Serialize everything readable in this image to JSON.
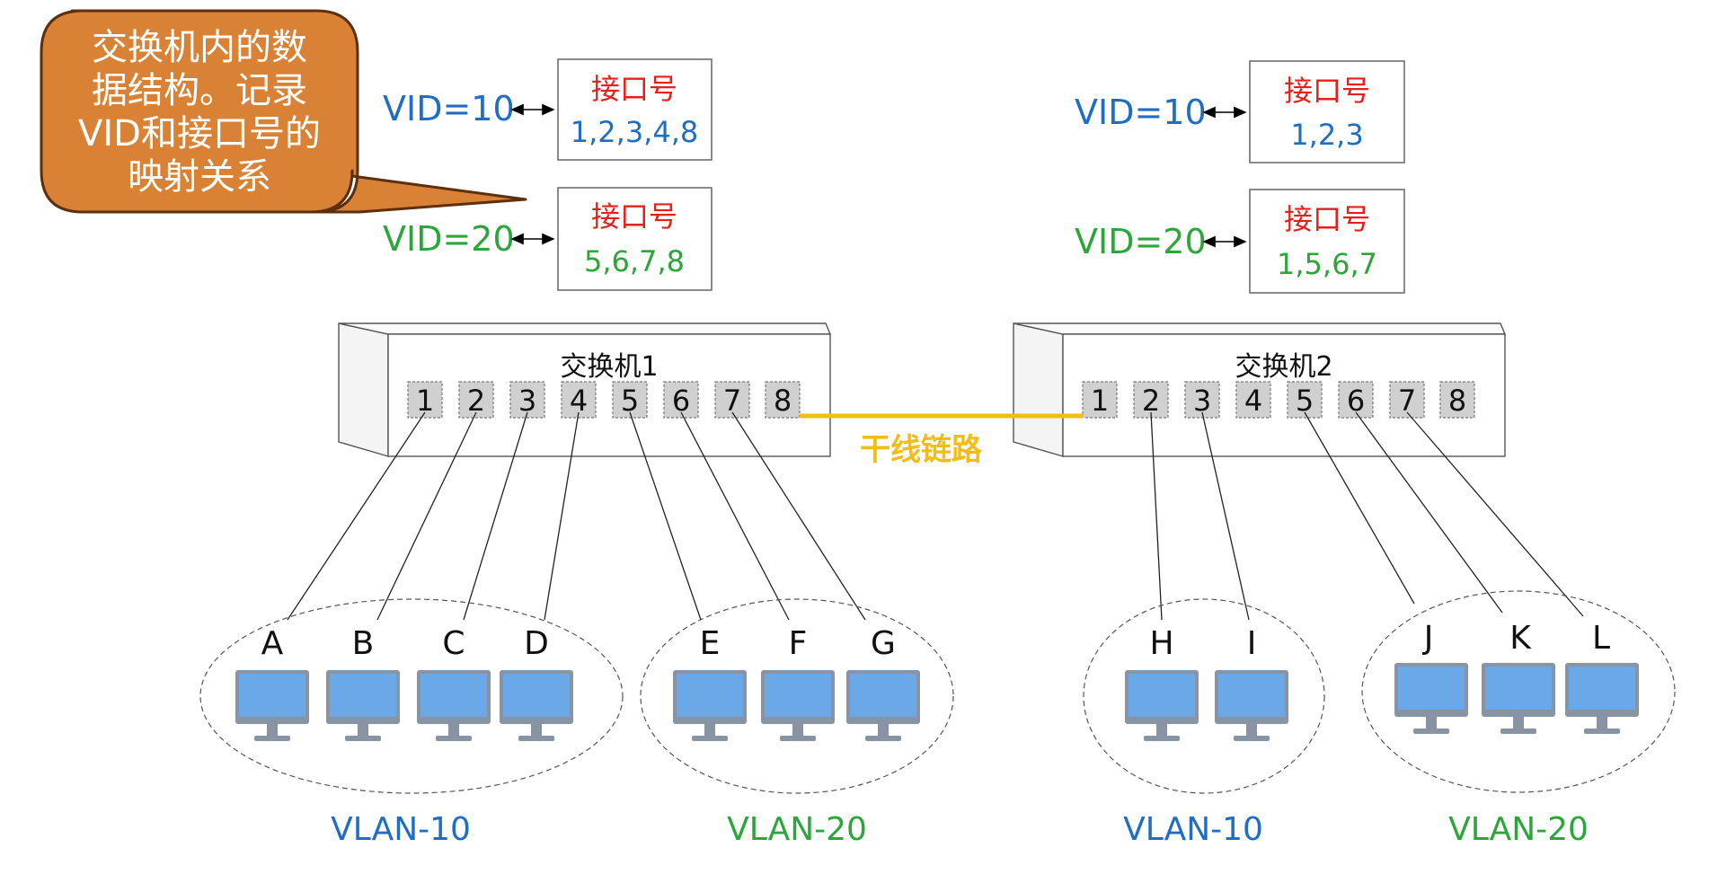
{
  "colors": {
    "blue": "#1f6ec4",
    "green": "#2ca63a",
    "red": "#e2211c",
    "trunk": "#f2bd16",
    "callout": "#d98235",
    "callout_border": "#5c2f0e",
    "port_fill": "#d0d0d0",
    "monitor_screen": "#6aa8e8",
    "monitor_frame": "#8894a3"
  },
  "callout": {
    "lines": [
      "交换机内的数",
      "据结构。记录",
      "VID和接口号的",
      "映射关系"
    ]
  },
  "tables": [
    {
      "vid_label": "VID=10",
      "header": "接口号",
      "ports": "1,2,3,4,8",
      "color_key": "blue"
    },
    {
      "vid_label": "VID=20",
      "header": "接口号",
      "ports": "5,6,7,8",
      "color_key": "green"
    },
    {
      "vid_label": "VID=10",
      "header": "接口号",
      "ports": "1,2,3",
      "color_key": "blue"
    },
    {
      "vid_label": "VID=20",
      "header": "接口号",
      "ports": "1,5,6,7",
      "color_key": "green"
    }
  ],
  "switches": [
    {
      "name": "交换机1",
      "ports": [
        "1",
        "2",
        "3",
        "4",
        "5",
        "6",
        "7",
        "8"
      ]
    },
    {
      "name": "交换机2",
      "ports": [
        "1",
        "2",
        "3",
        "4",
        "5",
        "6",
        "7",
        "8"
      ]
    }
  ],
  "trunk": {
    "label": "干线链路"
  },
  "hosts": {
    "switch1": [
      "A",
      "B",
      "C",
      "D",
      "E",
      "F",
      "G"
    ],
    "switch2": [
      "H",
      "I",
      "J",
      "K",
      "L"
    ]
  },
  "vlans": [
    {
      "label": "VLAN-10",
      "color_key": "blue"
    },
    {
      "label": "VLAN-20",
      "color_key": "green"
    },
    {
      "label": "VLAN-10",
      "color_key": "blue"
    },
    {
      "label": "VLAN-20",
      "color_key": "green"
    }
  ]
}
